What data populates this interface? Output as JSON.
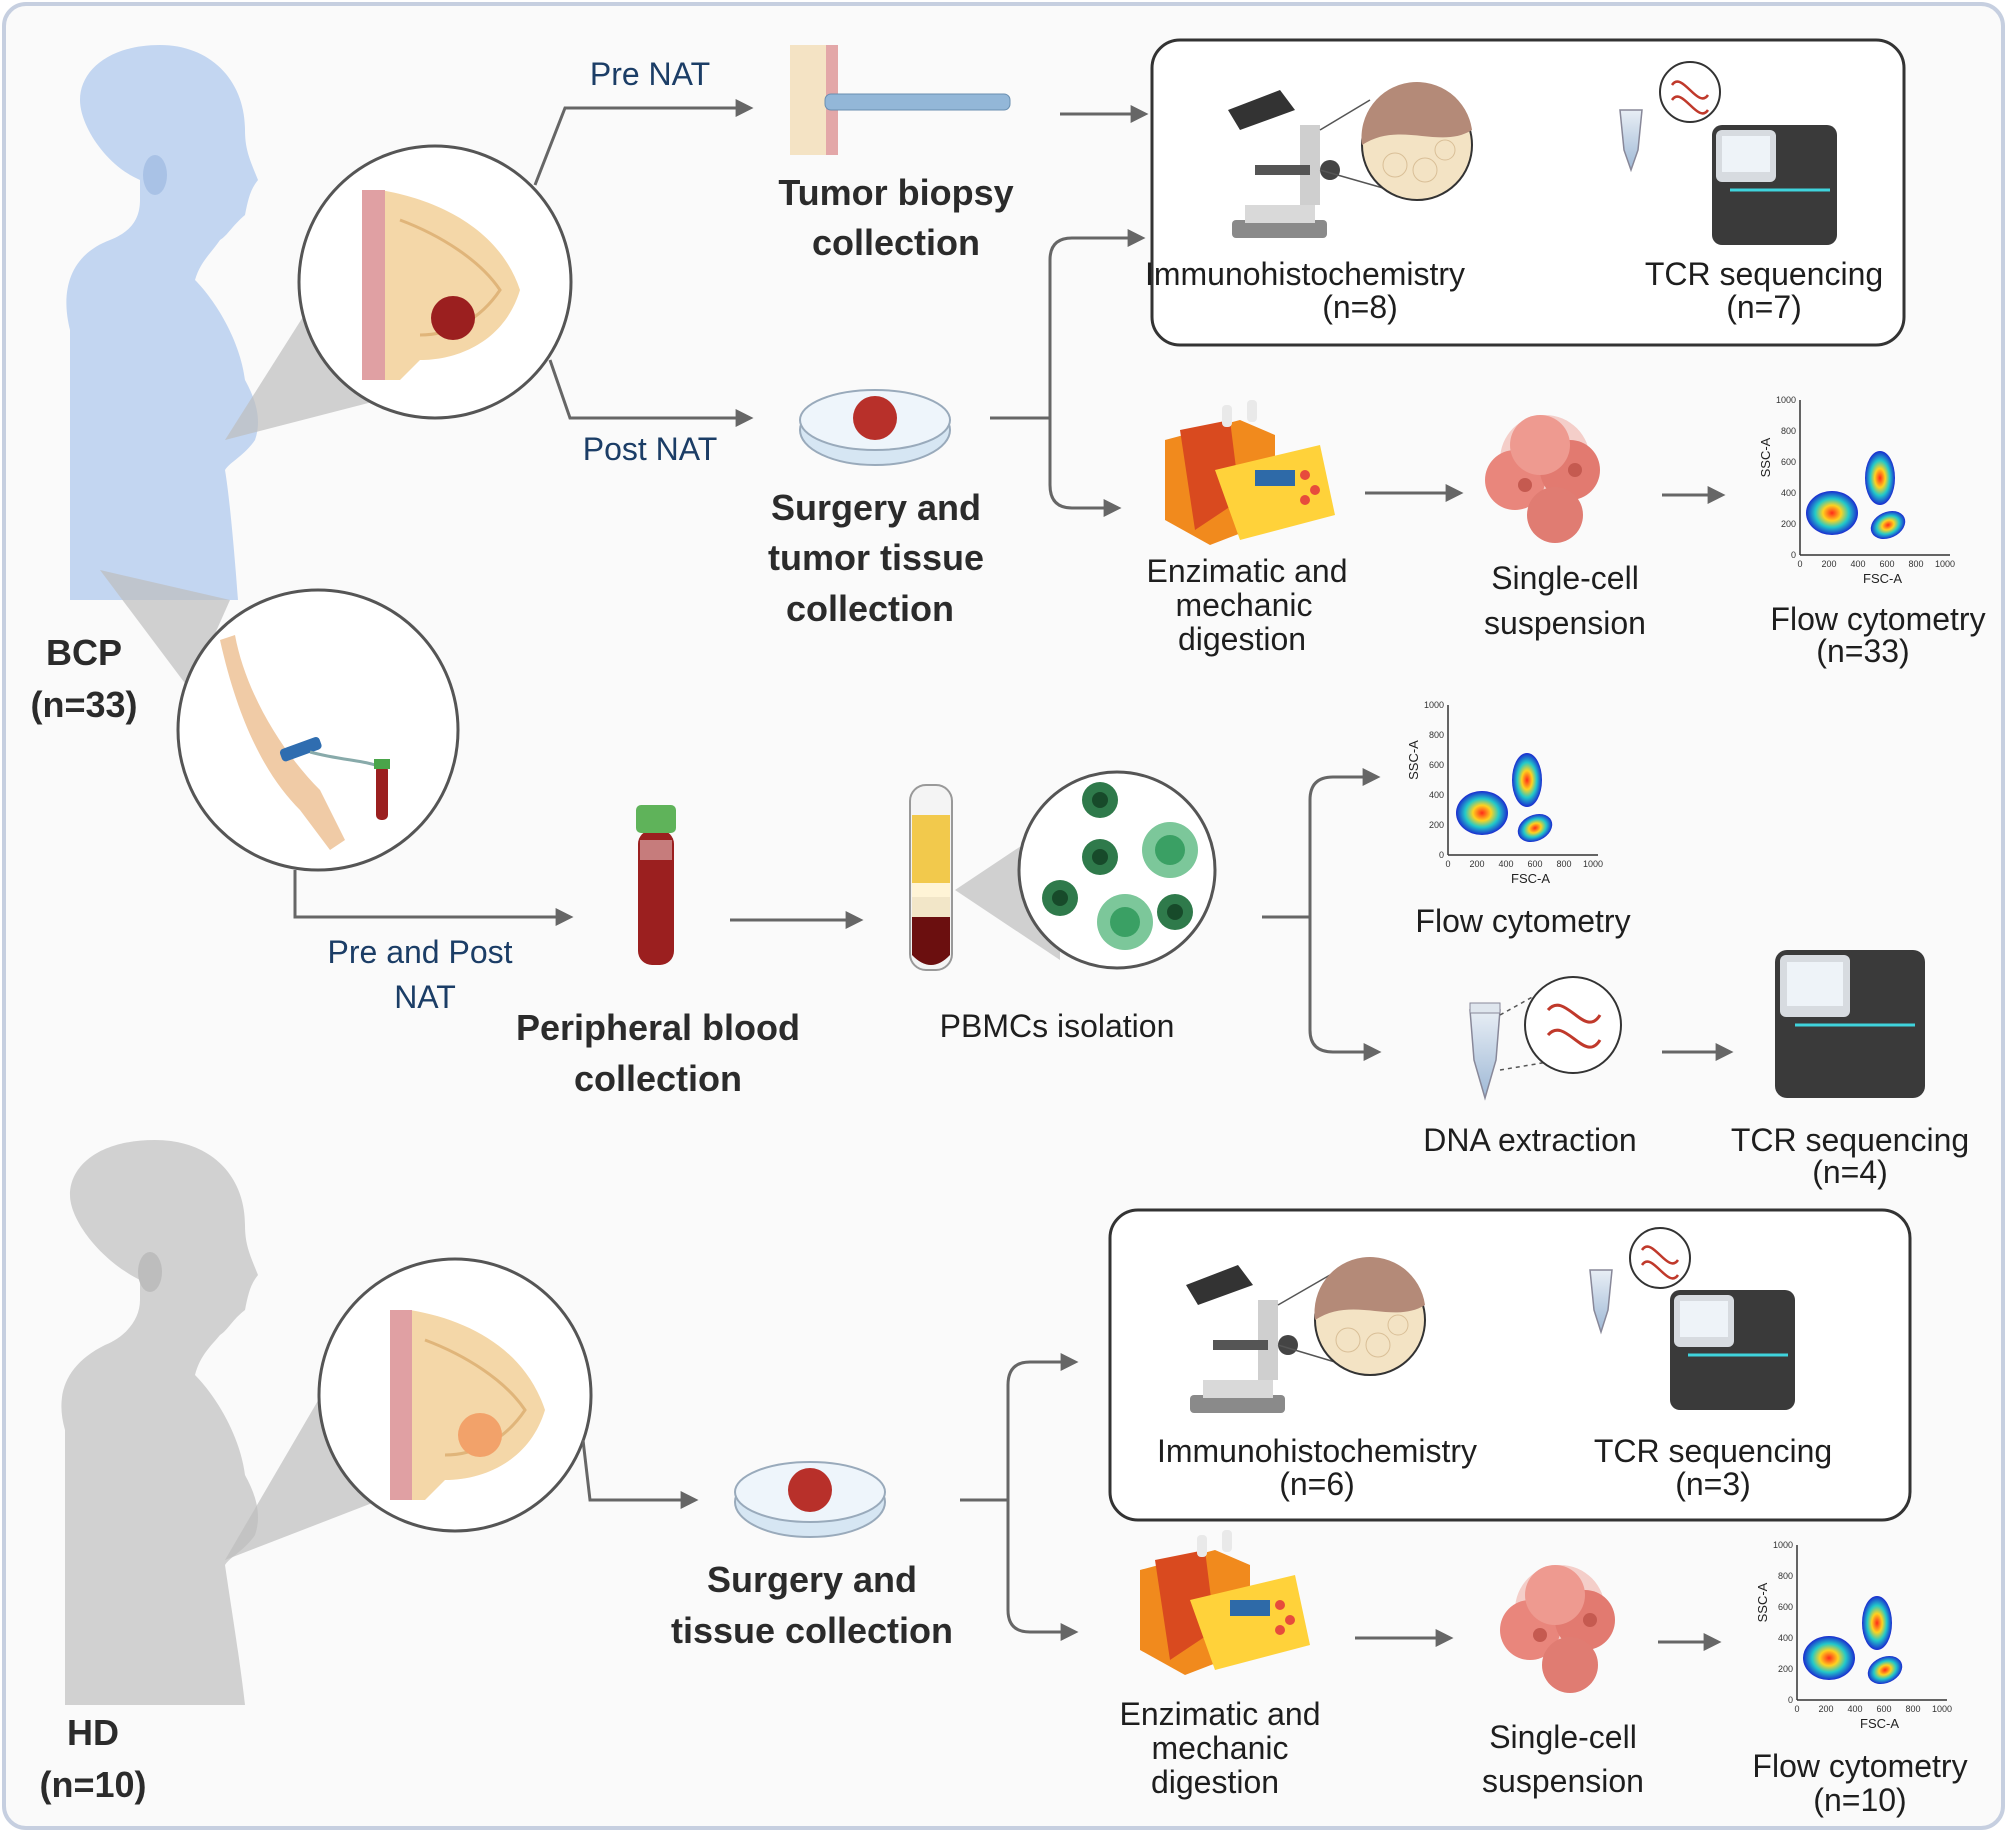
{
  "groups": {
    "bcp": {
      "label": "BCP",
      "count": "(n=33)"
    },
    "hd": {
      "label": "HD",
      "count": "(n=10)"
    }
  },
  "branches": {
    "pre_nat": "Pre NAT",
    "post_nat": "Post NAT",
    "pre_post_line1": "Pre and Post",
    "pre_post_line2": "NAT"
  },
  "samples": {
    "tumor_biopsy_line1": "Tumor biopsy",
    "tumor_biopsy_line2": "collection",
    "surgery_tumor_line1": "Surgery and",
    "surgery_tumor_line2": "tumor tissue",
    "surgery_tumor_line3": "collection",
    "peripheral_line1": "Peripheral blood",
    "peripheral_line2": "collection",
    "surgery_hd_line1": "Surgery and",
    "surgery_hd_line2": "tissue collection"
  },
  "steps": {
    "pbmc": "PBMCs isolation",
    "digestion_line1": "Enzimatic and",
    "digestion_line2": "mechanic",
    "digestion_line3": "digestion",
    "single_cell_line1": "Single-cell",
    "single_cell_line2": "suspension",
    "dna_extraction": "DNA extraction"
  },
  "assays": {
    "ihc_bcp": {
      "label": "Immunohistochemistry",
      "n": "(n=8)"
    },
    "tcr_bcp": {
      "label": "TCR sequencing",
      "n": "(n=7)"
    },
    "flow_bcp": {
      "label": "Flow cytometry",
      "n": "(n=33)"
    },
    "flow_blood": {
      "label": "Flow cytometry"
    },
    "tcr_blood": {
      "label": "TCR sequencing",
      "n": "(n=4)"
    },
    "ihc_hd": {
      "label": "Immunohistochemistry",
      "n": "(n=6)"
    },
    "tcr_hd": {
      "label": "TCR sequencing",
      "n": "(n=3)"
    },
    "flow_hd": {
      "label": "Flow cytometry",
      "n": "(n=10)"
    }
  },
  "flow_plot": {
    "xlabel": "FSC-A",
    "ylabel": "SSC-A",
    "ticks": [
      "0",
      "200",
      "400",
      "600",
      "800",
      "1000"
    ]
  },
  "colors": {
    "bcp_body": "#bcd1ef",
    "hd_body": "#cfcfcf",
    "arrow": "#666666",
    "blue_label": "#1b3d66",
    "tumor": "#9b1f1f"
  }
}
